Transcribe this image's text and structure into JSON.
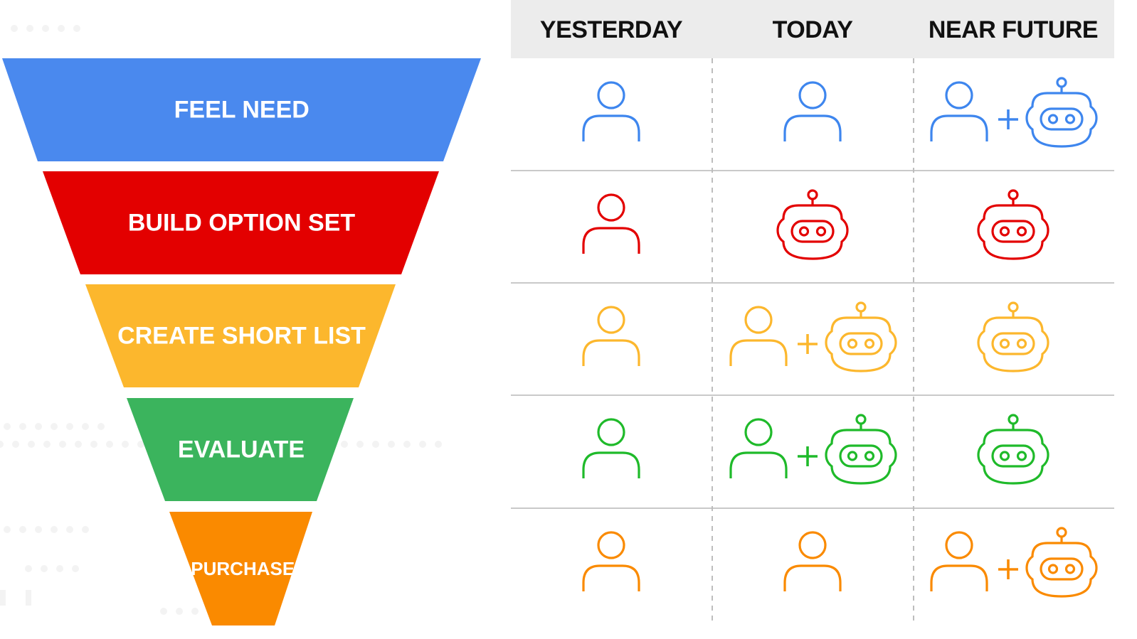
{
  "stages": [
    {
      "label": "FEEL NEED",
      "color": "#4a89ee",
      "text_color": "#ffffff"
    },
    {
      "label": "BUILD OPTION SET",
      "color": "#e30000",
      "text_color": "#ffffff"
    },
    {
      "label": "CREATE SHORT LIST",
      "color": "#fcb72d",
      "text_color": "#a76c06"
    },
    {
      "label": "EVALUATE",
      "color": "#3bb45d",
      "text_color": "#ffffff"
    },
    {
      "label": "PURCHASE",
      "color": "#fa8a00",
      "text_color": "#ffffff"
    }
  ],
  "columns": [
    "YESTERDAY",
    "TODAY",
    "NEAR FUTURE"
  ],
  "icon_colors": [
    "#3e86ee",
    "#e30000",
    "#fcb72d",
    "#1fba2a",
    "#fa8a00"
  ],
  "cells": [
    [
      "person",
      "person",
      "person-plus-robot"
    ],
    [
      "person",
      "robot",
      "robot"
    ],
    [
      "person",
      "person-plus-robot",
      "robot"
    ],
    [
      "person",
      "person-plus-robot",
      "robot"
    ],
    [
      "person",
      "person",
      "person-plus-robot"
    ]
  ],
  "header_bg": "#ececec"
}
